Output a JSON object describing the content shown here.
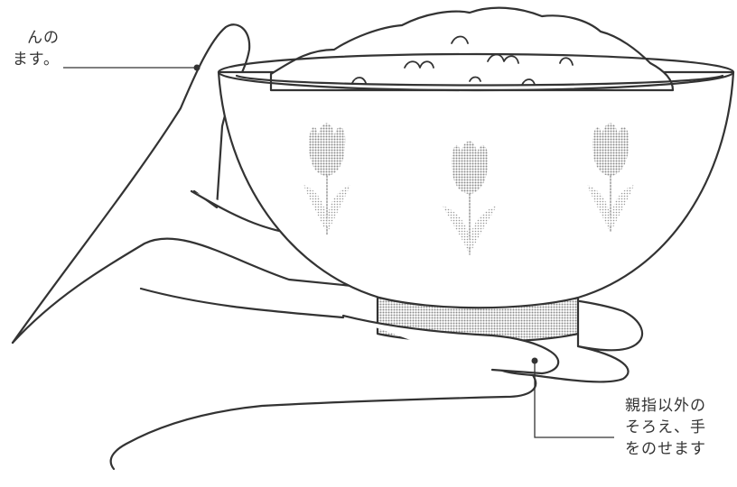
{
  "annotations": {
    "top_left": {
      "lines": [
        "んの",
        "ます。"
      ]
    },
    "bottom_right": {
      "lines": [
        "親指以外の",
        "そろえ、手",
        "をのせます"
      ]
    }
  },
  "colors": {
    "line": "#333333",
    "tulip_fill": "#9a9a9a",
    "leaf_fill": "#b5b5b5",
    "foot_fill": "#c8c8c8"
  },
  "icons": {
    "bowl": "rice-bowl-illustration",
    "hand": "hand-illustration",
    "tulip": "tulip-pattern-icon"
  }
}
